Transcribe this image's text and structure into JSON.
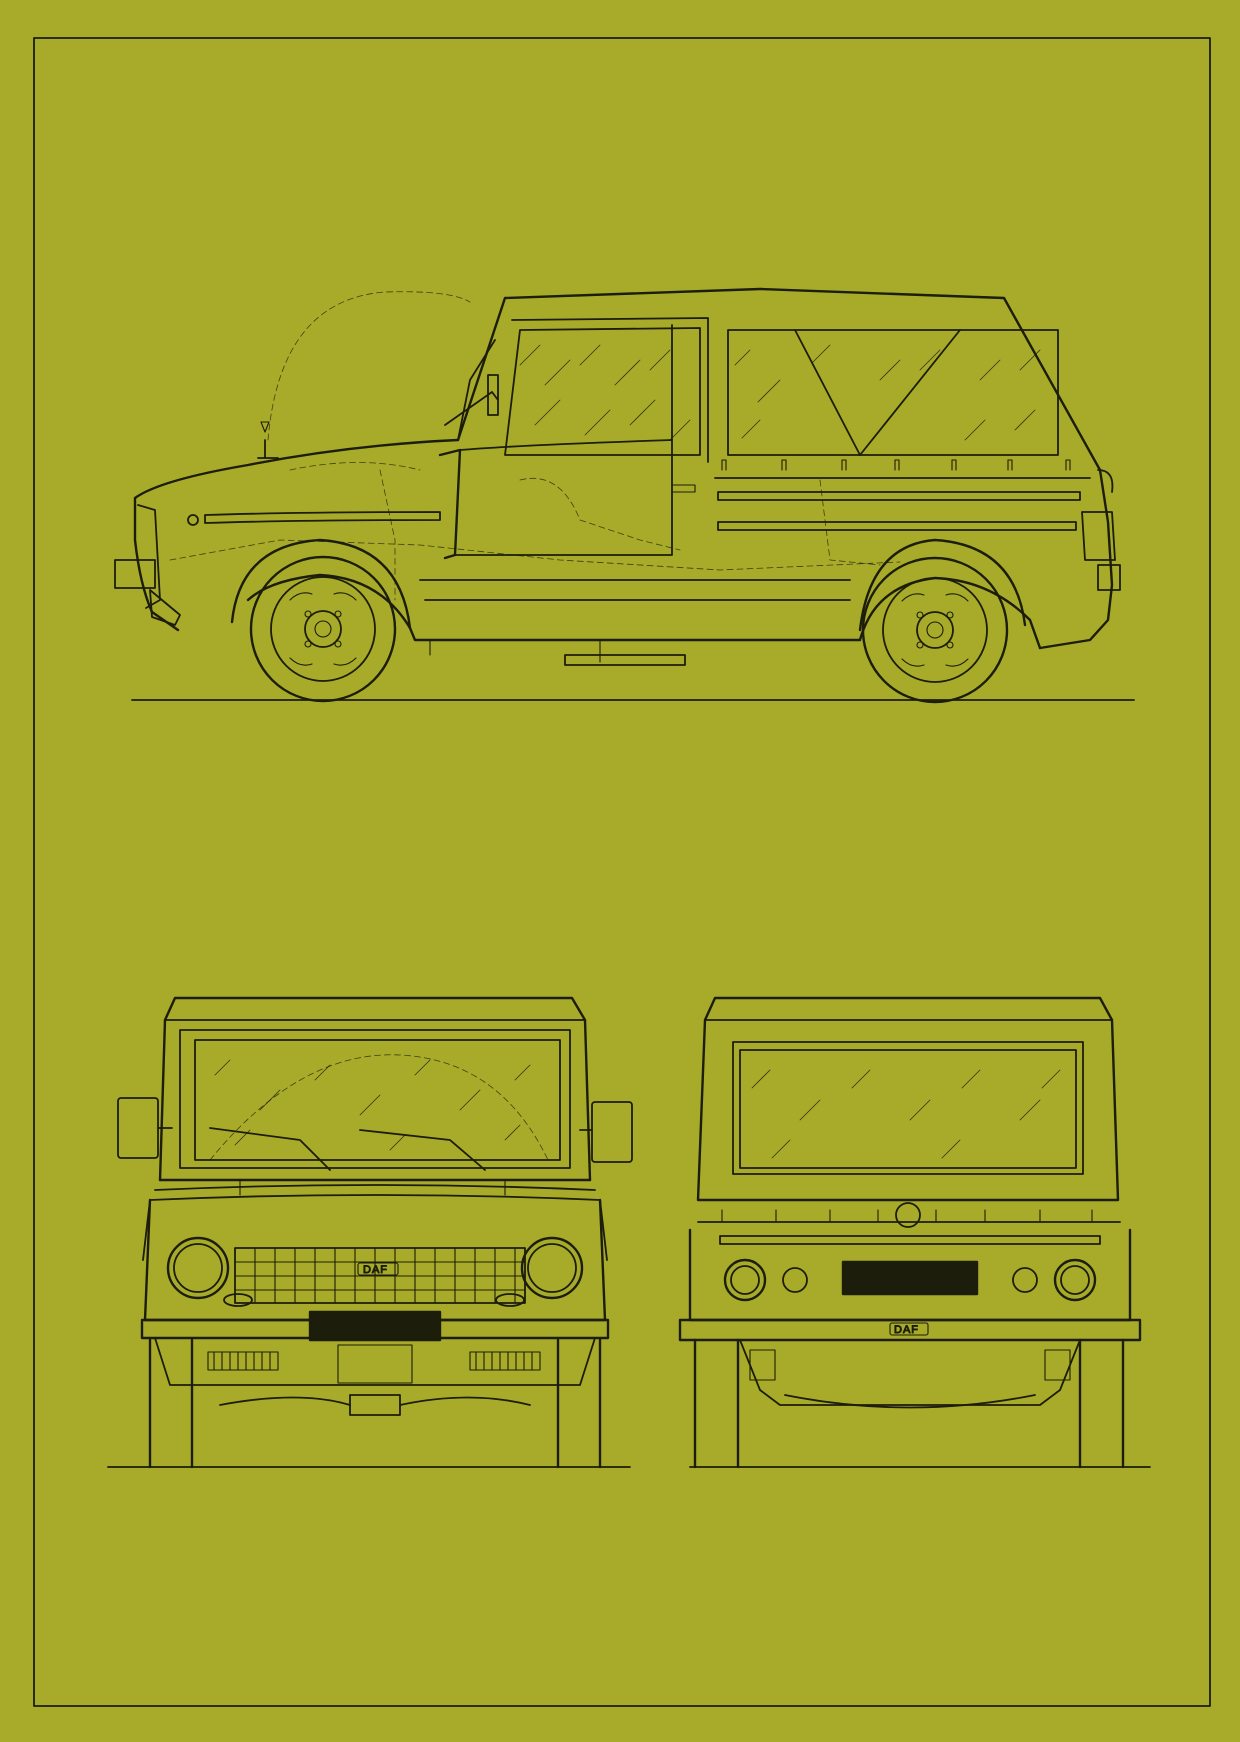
{
  "sheet": {
    "background_color": "#a8aa2a",
    "ink_color": "#1c1d0a"
  },
  "views": {
    "side": {
      "icon": "vehicle-side-elevation"
    },
    "front": {
      "icon": "vehicle-front-elevation",
      "badge_text": "DAF"
    },
    "rear": {
      "icon": "vehicle-rear-elevation",
      "badge_text": "DAF"
    }
  }
}
